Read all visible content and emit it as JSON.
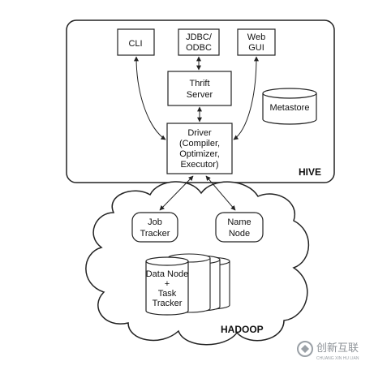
{
  "hive": {
    "label": "HIVE",
    "cli": "CLI",
    "jdbc": [
      "JDBC/",
      "ODBC"
    ],
    "webgui": [
      "Web",
      "GUI"
    ],
    "thrift": [
      "Thrift",
      "Server"
    ],
    "metastore": "Metastore",
    "driver": [
      "Driver",
      "(Compiler,",
      "Optimizer,",
      "Executor)"
    ]
  },
  "hadoop": {
    "label": "HADOOP",
    "job_tracker": [
      "Job",
      "Tracker"
    ],
    "name_node": [
      "Name",
      "Node"
    ],
    "data_node": [
      "Data Node",
      "+",
      "Task",
      "Tracker"
    ]
  },
  "watermark": {
    "text": "创新互联",
    "sub": "CHUANG XIN HU LIAN"
  },
  "colors": {
    "stroke": "#222222",
    "fill": "#ffffff",
    "watermark": "#9aa0a6"
  }
}
